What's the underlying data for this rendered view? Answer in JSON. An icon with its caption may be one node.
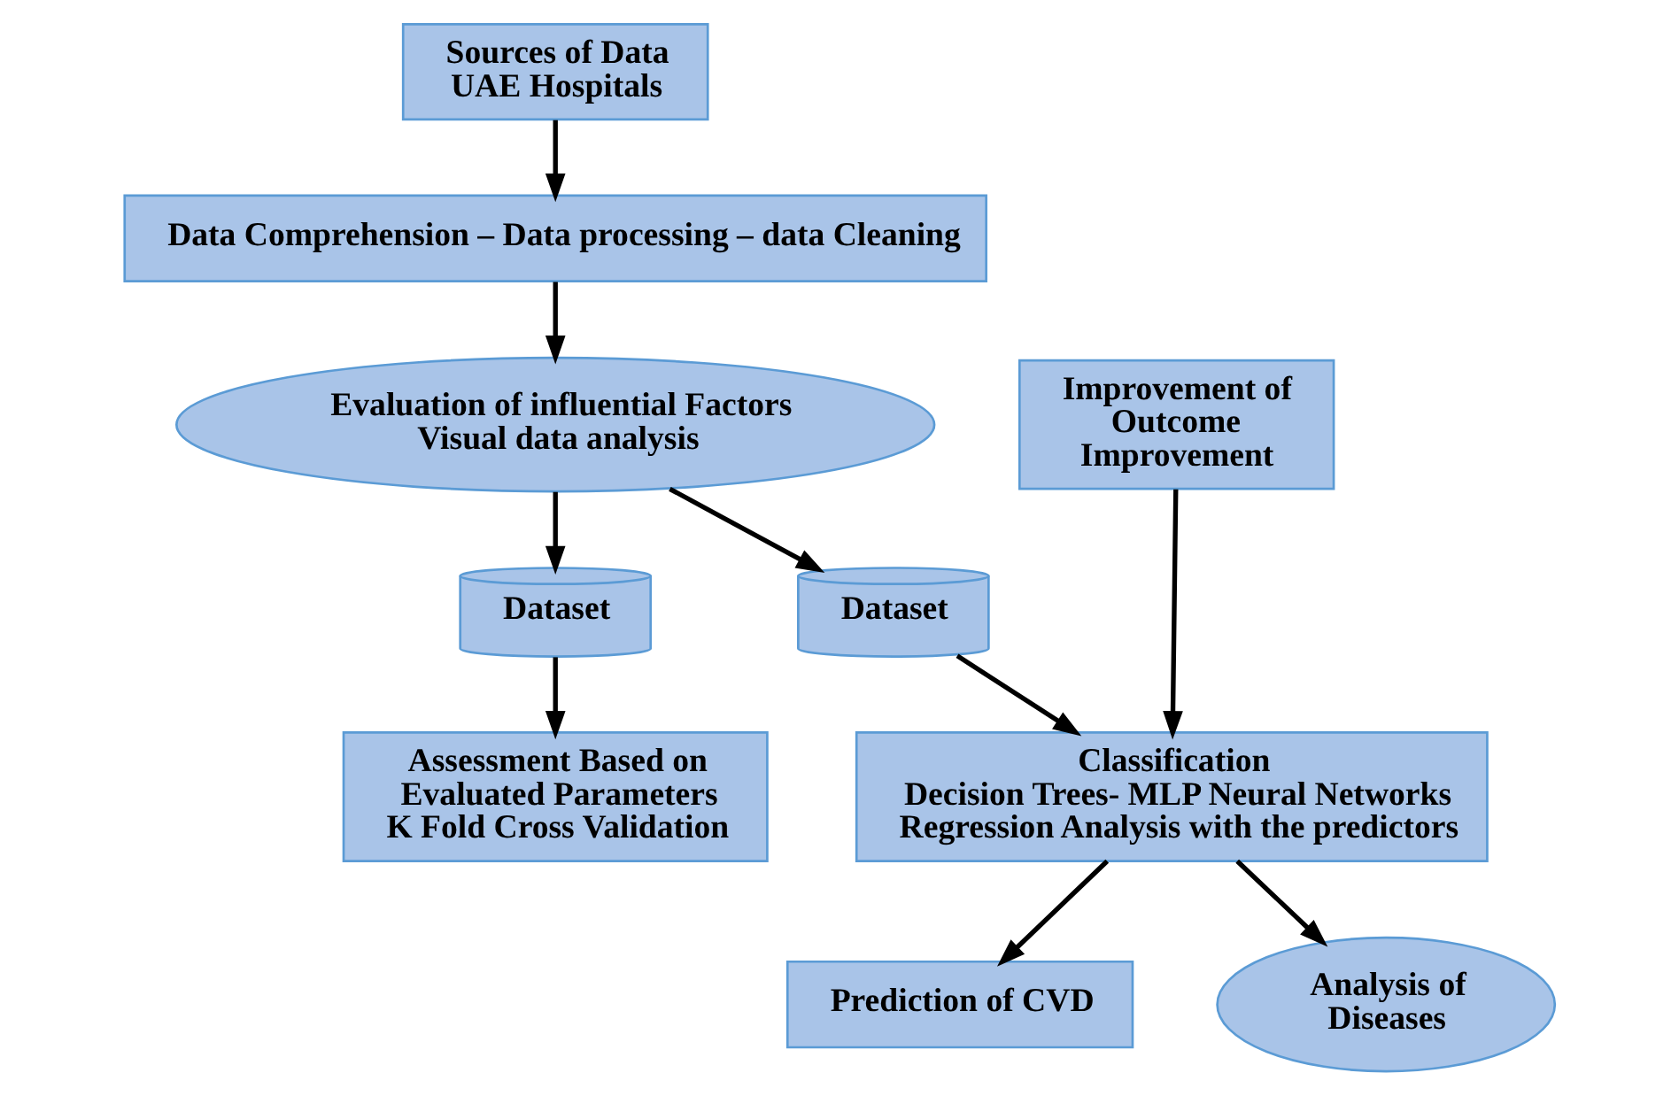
{
  "diagram": {
    "nodes": [
      {
        "text": [
          "Sources of Data",
          "UAE Hospitals"
        ]
      },
      {
        "text": [
          "Data Comprehension – Data processing – data Cleaning"
        ]
      },
      {
        "text": [
          "Evaluation of influential Factors",
          "Visual data analysis"
        ]
      },
      {
        "text": [
          "Improvement of Outcome Improvement"
        ]
      },
      {
        "text": [
          "Dataset"
        ]
      },
      {
        "text": [
          "Dataset"
        ]
      },
      {
        "text": [
          "Classification",
          "Decision Trees- MLP Neural Networks",
          "Regression Analysis with the predictors"
        ]
      },
      {
        "text": [
          "Assessment Based on Evaluated Parameters",
          "K Fold Cross Validation"
        ]
      },
      {
        "text": [
          "Prediction of CVD"
        ]
      },
      {
        "text": [
          "Analysis of Diseases"
        ]
      }
    ],
    "edges": [
      {
        "from": 0,
        "to": 1,
        "arrow": "to"
      },
      {
        "from": 1,
        "to": 2,
        "arrow": "to"
      },
      {
        "from": 2,
        "to": 4,
        "arrow": "to"
      },
      {
        "from": 2,
        "to": 5,
        "arrow": "to"
      },
      {
        "from": 3,
        "to": 6,
        "arrow": "to"
      },
      {
        "from": 4,
        "to": 6,
        "arrow": "to"
      },
      {
        "from": 5,
        "to": 7,
        "arrow": "to"
      },
      {
        "from": 6,
        "to": 8,
        "arrow": "to"
      },
      {
        "from": 6,
        "to": 9,
        "arrow": "to"
      }
    ]
  }
}
